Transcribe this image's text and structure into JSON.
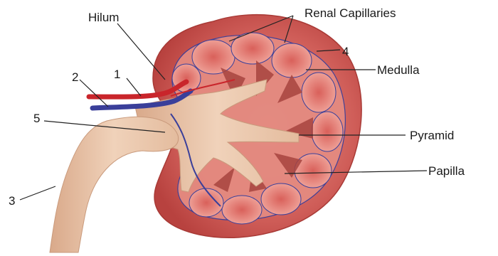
{
  "labels": {
    "hilum": "Hilum",
    "renal_capillaries": "Renal Capillaries",
    "four": "4",
    "medulla": "Medulla",
    "pyramid": "Pyramid",
    "papilla": "Papilla",
    "one": "1",
    "two": "2",
    "three": "3",
    "five": "5"
  },
  "colors": {
    "cortex": "#c24a4a",
    "cortex_light": "#e08a80",
    "medulla_pink": "#ec9a92",
    "pyramid_dark": "#9a3e3a",
    "pelvis": "#f2d9c7",
    "ureter": "#e9c4a8",
    "artery": "#c9252b",
    "vein": "#3a3f9a",
    "leader_line": "#222222"
  }
}
